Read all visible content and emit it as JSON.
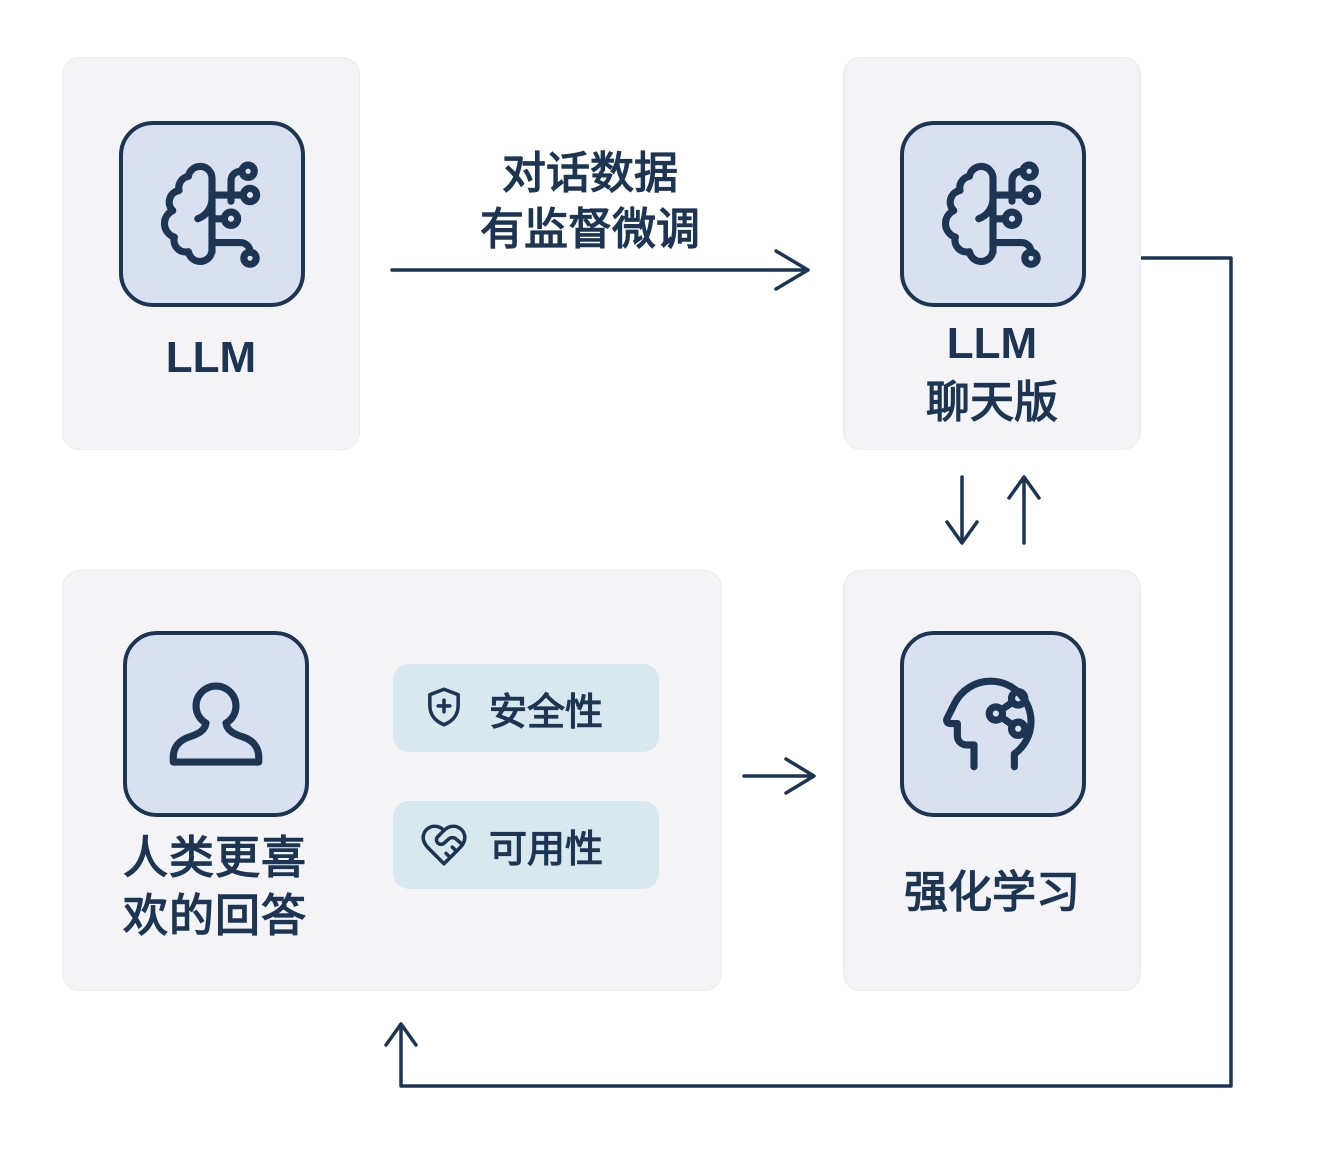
{
  "colors": {
    "ink_navy": "#1c3553",
    "card_background": "#f4f4f6",
    "icon_tile_background": "#d9e1f1",
    "badge_background": "#d7e8ee",
    "page_background": "#ffffff"
  },
  "nodes": {
    "llm": {
      "title": "LLM",
      "icon": "brain-circuit-icon"
    },
    "llm_chat": {
      "lines": [
        "LLM",
        "聊天版"
      ],
      "icon": "brain-circuit-icon"
    },
    "human_pref": {
      "lines": [
        "人类更喜",
        "欢的回答"
      ],
      "icon": "person-icon"
    },
    "rl": {
      "title": "强化学习",
      "icon": "head-network-icon"
    }
  },
  "badges": [
    {
      "label": "安全性",
      "icon": "shield-plus-icon"
    },
    {
      "label": "可用性",
      "icon": "heart-handshake-icon"
    }
  ],
  "edges": {
    "sft": {
      "lines": [
        "对话数据",
        "有监督微调"
      ]
    }
  }
}
